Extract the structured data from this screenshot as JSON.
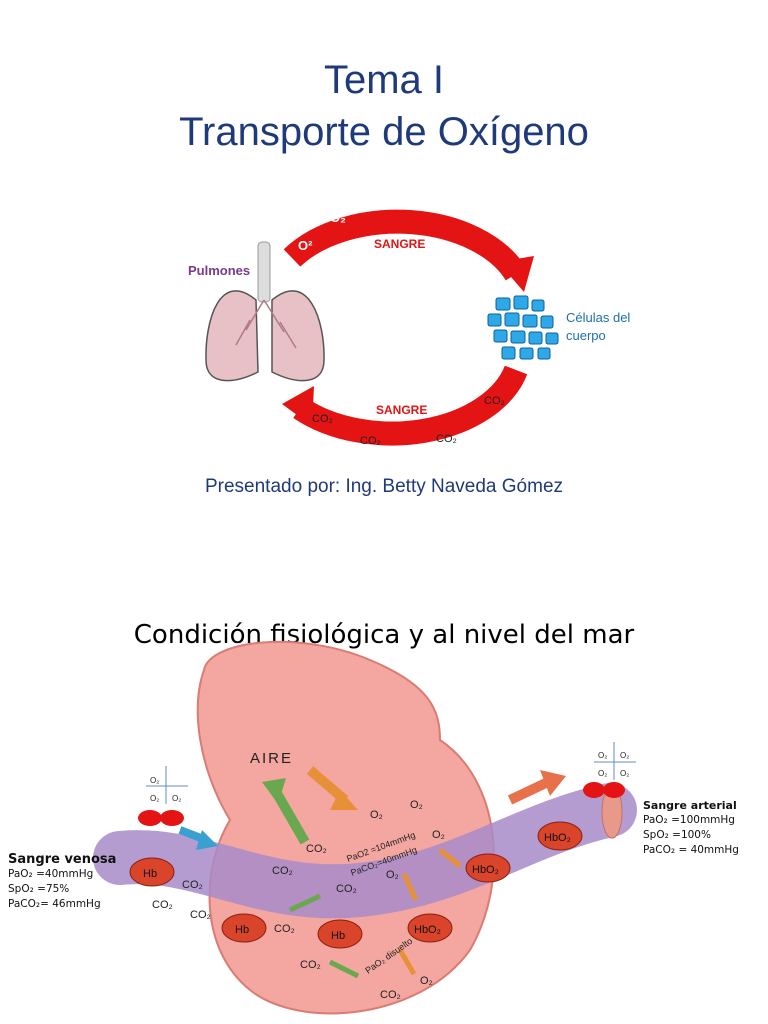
{
  "slide1": {
    "title_line1": "Tema I",
    "title_line2": "Transporte de Oxígeno",
    "diagram": {
      "lungs_label": "Pulmones",
      "cells_label_line1": "Células del",
      "cells_label_line2": "cuerpo",
      "top_arrow_label": "SANGRE",
      "bottom_arrow_label": "SANGRE",
      "o2": "O₂",
      "o2_variant": "O²",
      "co2": "CO₂"
    },
    "presenter": "Presentado por: Ing. Betty Naveda Gómez"
  },
  "slide2": {
    "title": "Condición  fisiológica y al nivel del mar",
    "aire_label": "AIRE",
    "hb": "Hb",
    "hbo2": "HbO₂",
    "co2": "CO₂",
    "o2": "O₂",
    "alveolar": {
      "pao2": "PaO2 =104mmHg",
      "paco2": "PaCO₂=40mmHg",
      "dissolved": "PaO₂ disuelto"
    },
    "venous": {
      "header": "Sangre venosa",
      "pao2": "PaO₂ =40mmHg",
      "spo2": "SpO₂ =75%",
      "paco2": "PaCO₂= 46mmHg"
    },
    "arterial": {
      "header": "Sangre arterial",
      "pao2": "PaO₂ =100mmHg",
      "spo2": "SpO₂ =100%",
      "paco2": "PaCO₂ = 40mmHg"
    },
    "colors": {
      "alveolus": "#f4a6a0",
      "vessel": "#a78bc9",
      "rbc": "#d9442a",
      "arrow_green": "#6aa84f",
      "arrow_orange": "#e69138",
      "circulation_red": "#e51414"
    }
  }
}
